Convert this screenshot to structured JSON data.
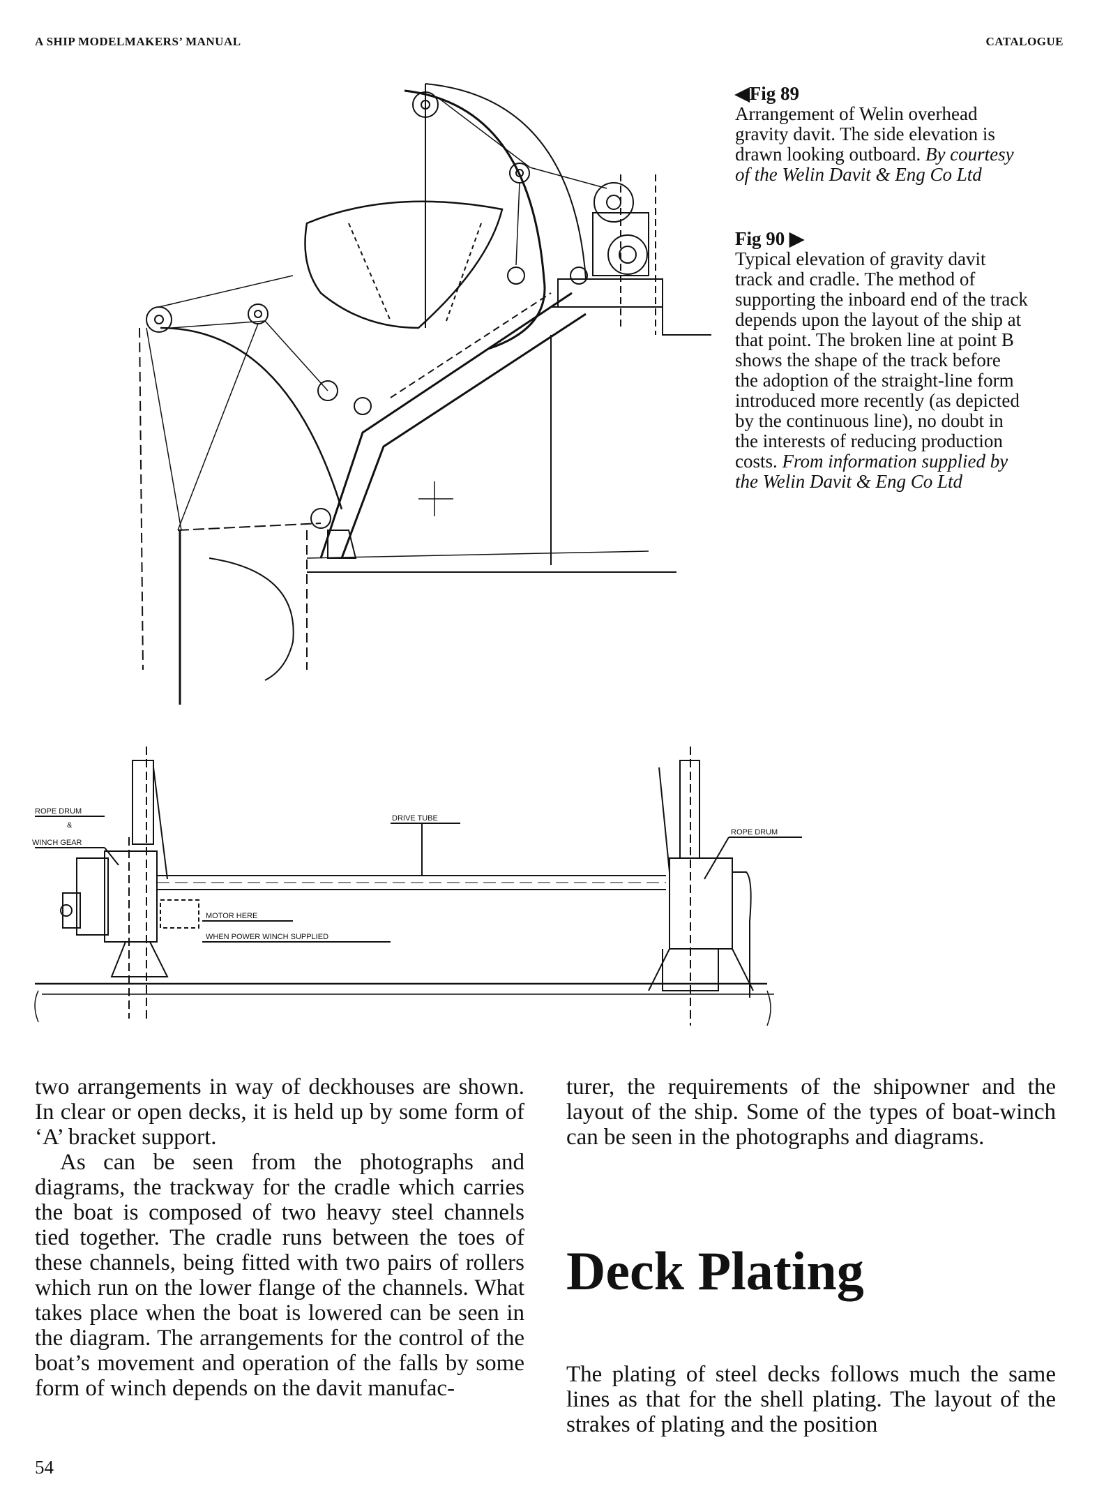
{
  "header": {
    "left": "A SHIP MODELMAKERS’ MANUAL",
    "right": "CATALOGUE"
  },
  "figures": {
    "fig89": {
      "arrow": "◀",
      "label": "Fig 89",
      "text": "Arrangement of Welin overhead gravity davit. The side elevation is drawn looking outboard.",
      "credit": "By courtesy of the Welin Davit & Eng Co Ltd"
    },
    "fig90": {
      "label": "Fig 90",
      "arrow": "▶",
      "text": "Typical elevation of gravity davit track and cradle. The method of supporting the inboard end of the track depends upon the layout of the ship at that point. The broken line at point B shows the shape of the track before the adoption of the straight-line form introduced more recently (as depicted by the continuous line), no doubt in the interests of reducing production costs.",
      "credit": "From information supplied by the Welin Davit & Eng Co Ltd"
    },
    "drawing_labels": {
      "rope_drum_winch_1": "ROPE DRUM",
      "rope_drum_winch_2": "&",
      "rope_drum_winch_3": "WINCH GEAR",
      "drive_tube": "DRIVE TUBE",
      "rope_drum": "ROPE DRUM",
      "motor_here": "MOTOR HERE",
      "power_winch": "WHEN POWER WINCH SUPPLIED"
    }
  },
  "body": {
    "left_p1": "two arrangements in way of deckhouses are shown. In clear or open decks, it is held up by some form of ‘A’ bracket support.",
    "left_p2": "As can be seen from the photographs and diagrams, the trackway for the cradle which carries the boat is composed of two heavy steel channels tied together. The cradle runs between the toes of these channels, being fitted with two pairs of rollers which run on the lower flange of the channels. What takes place when the boat is lowered can be seen in the diagram. The arrangements for the control of the boat’s movement and operation of the falls by some form of winch depends on the davit manufac-",
    "right_p1": "turer, the requirements of the shipowner and the layout of the ship. Some of the types of boat-winch can be seen in the photographs and diagrams.",
    "heading": "Deck Plating",
    "right_p2": "The plating of steel decks follows much the same lines as that for the shell plating. The layout of the strakes of plating and the position"
  },
  "page_number": "54"
}
